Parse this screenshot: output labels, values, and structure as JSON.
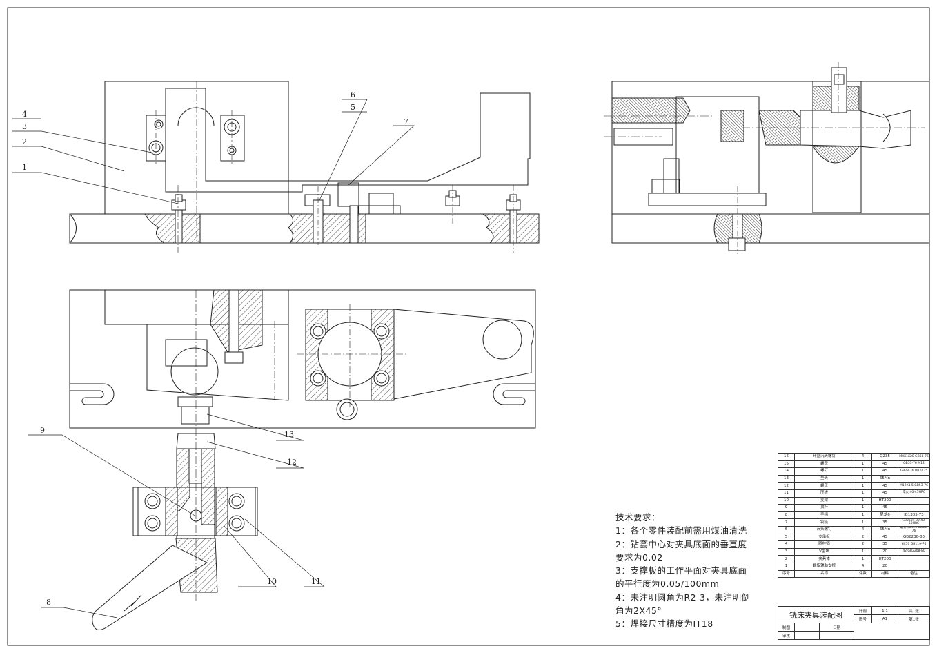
{
  "callouts": [
    "1",
    "2",
    "3",
    "4",
    "5",
    "6",
    "7",
    "8",
    "9",
    "10",
    "11",
    "12",
    "13"
  ],
  "tech_requirements": {
    "heading": "技术要求：",
    "lines": [
      "1：各个零件装配前需用煤油清洗",
      "2：钻套中心对夹具底面的垂直度",
      "要求为0.02",
      "3：支撑板的工作平面对夹具底面",
      "的平行度为0.05/100mm",
      "4：未注明圆角为R2-3，未注明倒",
      "角为2X45°",
      "5：焊接尺寸精度为IT18"
    ]
  },
  "bom": {
    "header": [
      "序号",
      "名称",
      "件数",
      "材料",
      "备注"
    ],
    "rows": [
      [
        "16",
        "开盒沉头螺钉",
        "4",
        "Q235",
        "M8X1X20 GB68-76"
      ],
      [
        "15",
        "螺母",
        "1",
        "45",
        "GB53-76 M12"
      ],
      [
        "14",
        "螺钉",
        "1",
        "45",
        "GB78-76 M10X35"
      ],
      [
        "13",
        "垫头",
        "1",
        "65Mn",
        ""
      ],
      [
        "12",
        "螺母",
        "1",
        "45",
        "M12X1.5 GB53-76"
      ],
      [
        "11",
        "压板",
        "1",
        "45",
        "淬火 40-45HRC"
      ],
      [
        "10",
        "支架",
        "1",
        "HT200",
        ""
      ],
      [
        "9",
        "顶杆",
        "1",
        "45",
        ""
      ],
      [
        "8",
        "手柄",
        "1",
        "尼龙6",
        "JB1335-73"
      ],
      [
        "7",
        "铰链",
        "1",
        "35",
        "GB2684-80 40-50HRC"
      ],
      [
        "6",
        "沉头螺钉",
        "4",
        "65Mn",
        "螺钉M8X20 GB68-76"
      ],
      [
        "5",
        "支承板",
        "2",
        "45",
        "GB2236-80"
      ],
      [
        "4",
        "圆柱销",
        "2",
        "35",
        "6X70 GB119-76"
      ],
      [
        "3",
        "V型块",
        "1",
        "20",
        "42 GB2208-80"
      ],
      [
        "2",
        "夹具体",
        "1",
        "HT200",
        ""
      ],
      [
        "1",
        "螺旋辅助支撑",
        "4",
        "20",
        ""
      ]
    ]
  },
  "title_block": {
    "drawing_name": "铣床夹具装配图",
    "scale_label": "比例",
    "scale": "1:1",
    "sheets_total": "共1张",
    "drawing_no_label": "图号",
    "drawing_no": "A1",
    "sheet_no": "第1张",
    "drawn_label": "制图",
    "date_label": "日期",
    "checked_label": "审核"
  }
}
